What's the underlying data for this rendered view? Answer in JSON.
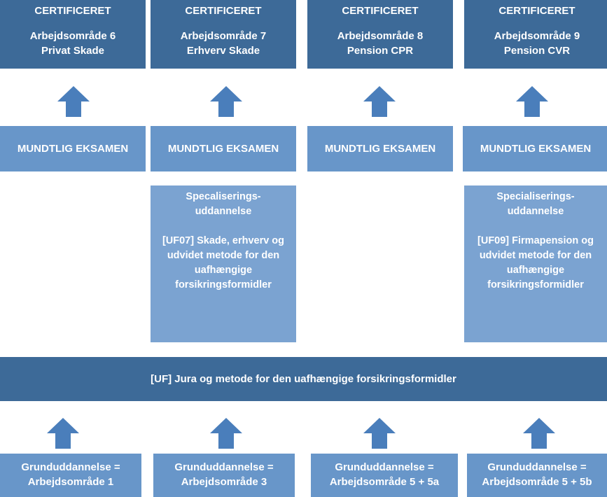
{
  "certificates": [
    {
      "title": "CERTIFICERET",
      "area": "Arbejdsområde 6",
      "name": "Privat Skade"
    },
    {
      "title": "CERTIFICERET",
      "area": "Arbejdsområde 7",
      "name": "Erhverv Skade"
    },
    {
      "title": "CERTIFICERET",
      "area": "Arbejdsområde 8",
      "name": "Pension CPR"
    },
    {
      "title": "CERTIFICERET",
      "area": "Arbejdsområde 9",
      "name": "Pension CVR"
    }
  ],
  "oral_exams": [
    "MUNDTLIG EKSAMEN",
    "MUNDTLIG EKSAMEN",
    "MUNDTLIG EKSAMEN",
    "MUNDTLIG EKSAMEN"
  ],
  "specializations": [
    {
      "line1": "Specaliserings-",
      "line2": "uddannelse",
      "course": [
        "[UF07] Skade, erhverv og",
        "udvidet metode for den",
        "uafhængige",
        "forsikringsformidler"
      ]
    },
    {
      "line1": "Specialiserings-",
      "line2": "uddannelse",
      "course": [
        "[UF09] Firmapension og",
        "udvidet metode for den",
        "uafhængige",
        "forsikringsformidler"
      ]
    }
  ],
  "common_course": "[UF] Jura og metode for den uafhængige forsikringsformidler",
  "base_education": [
    {
      "line1": "Grunduddannelse =",
      "line2": "Arbejdsområde 1"
    },
    {
      "line1": "Grunduddannelse =",
      "line2": "Arbejdsområde 3"
    },
    {
      "line1": "Grunduddannelse =",
      "line2": "Arbejdsområde 5 + 5a"
    },
    {
      "line1": "Grunduddannelse =",
      "line2": "Arbejdsområde 5 + 5b"
    }
  ],
  "colors": {
    "dark": "#3d6a98",
    "medium": "#6896c9",
    "light": "#7ba3d1",
    "arrow": "#4a7ebb"
  }
}
